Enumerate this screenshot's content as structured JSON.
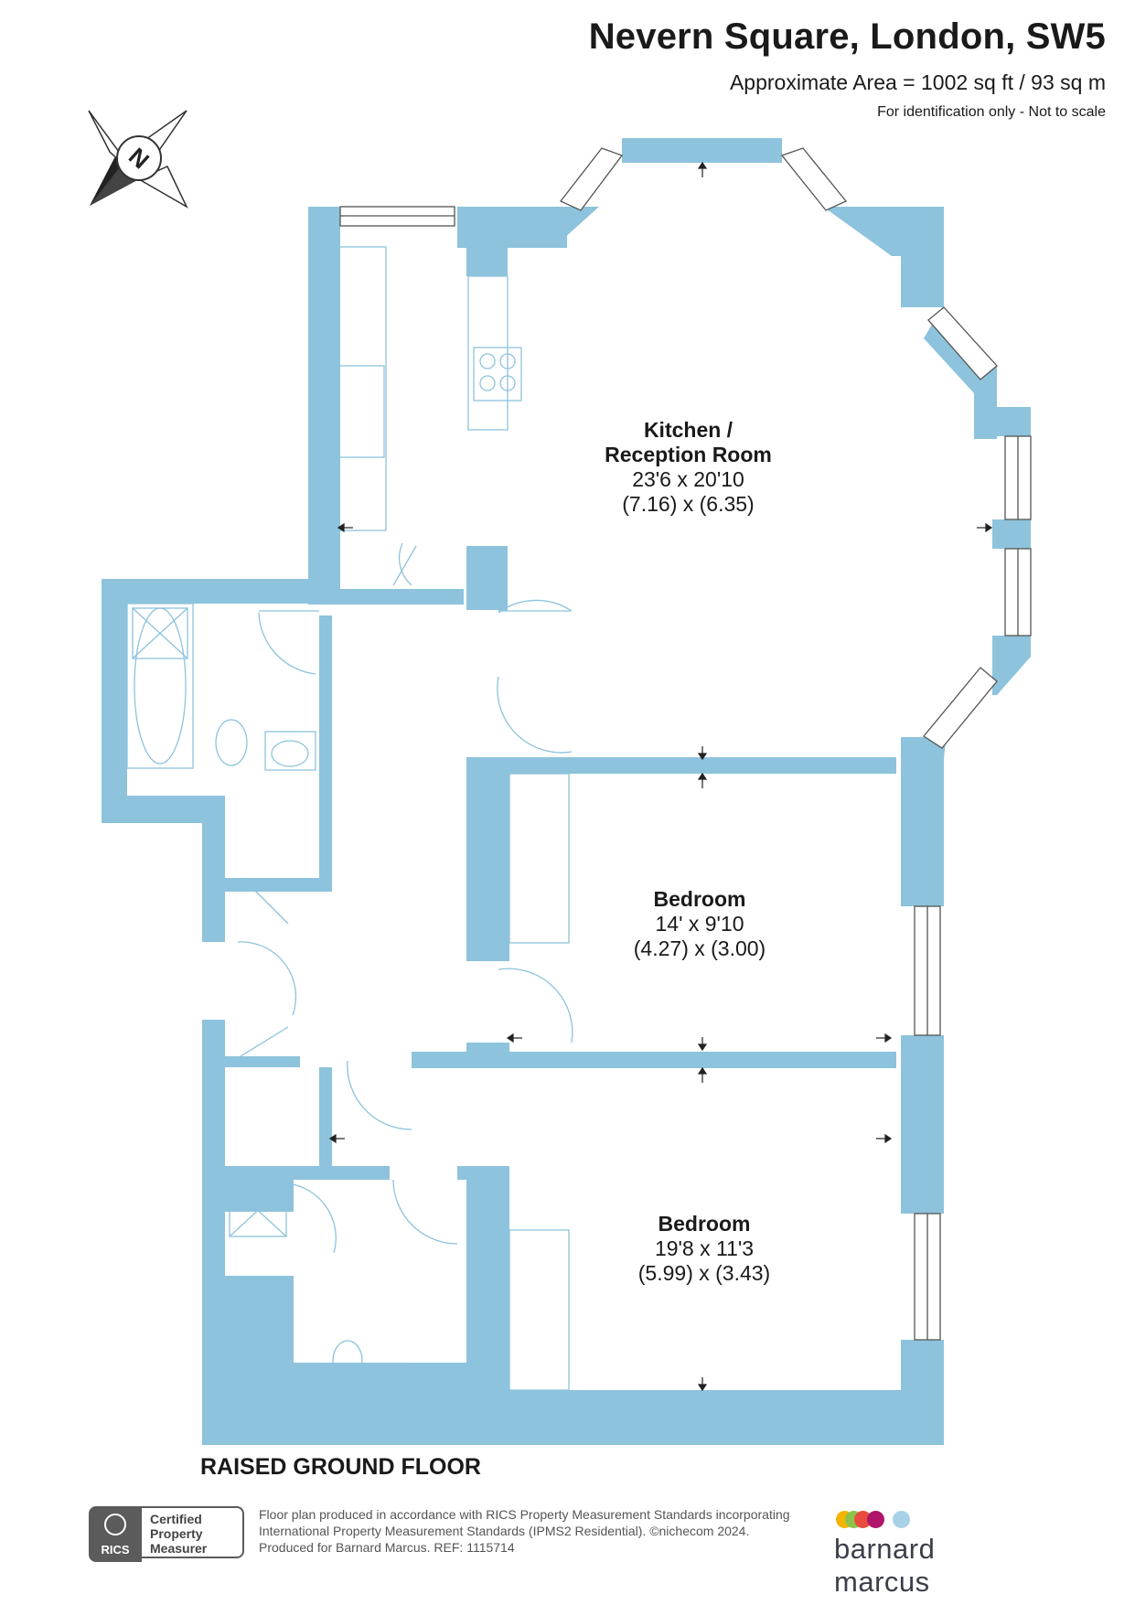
{
  "header": {
    "title": "Nevern Square, London, SW5",
    "area": "Approximate Area = 1002 sq ft / 93 sq m",
    "note": "For identification only - Not to scale"
  },
  "compass": {
    "letter": "N"
  },
  "rooms": [
    {
      "name_line1": "Kitchen /",
      "name_line2": "Reception Room",
      "imperial": "23'6 x 20'10",
      "metric": "(7.16) x (6.35)"
    },
    {
      "name_line1": "Bedroom",
      "imperial": "14' x 9'10",
      "metric": "(4.27) x (3.00)"
    },
    {
      "name_line1": "Bedroom",
      "imperial": "19'8 x 11'3",
      "metric": "(5.99) x (3.43)"
    }
  ],
  "floor_label": "RAISED GROUND FLOOR",
  "footer": {
    "rics_badge": "RICS",
    "rics_line1": "Certified",
    "rics_line2": "Property",
    "rics_line3": "Measurer",
    "line1": "Floor plan produced in accordance with RICS Property Measurement Standards incorporating",
    "line2": "International Property Measurement Standards (IPMS2 Residential).  ©nichecom 2024.",
    "line3": "Produced for Barnard Marcus.   REF:  1115714"
  },
  "brand": {
    "name": "barnard marcus",
    "dot_colors": [
      "#f4b400",
      "#8bc34a",
      "#e84c3d",
      "#b0156a",
      "#a8d1e8"
    ]
  },
  "colors": {
    "wall": "#8dc3dc",
    "line": "#8dc3dc"
  }
}
